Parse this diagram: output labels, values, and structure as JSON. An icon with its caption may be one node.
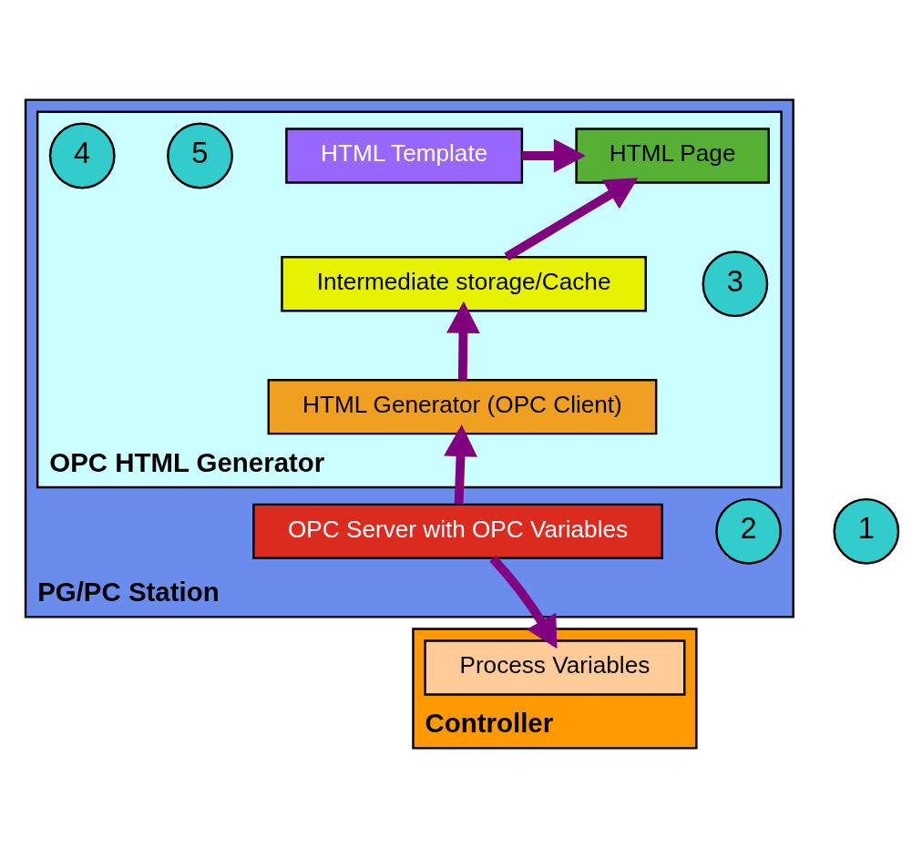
{
  "diagram": {
    "nodes": [
      {
        "text": [
          "PG/PC Station"
        ]
      },
      {
        "text": [
          "OPC HTML Generator"
        ],
        "in": 0
      },
      {
        "text": [
          "HTML Template"
        ],
        "in": 1
      },
      {
        "text": [
          "HTML Page"
        ],
        "in": 1
      },
      {
        "text": [
          "5"
        ],
        "in": 1
      },
      {
        "text": [
          "4"
        ],
        "in": 1
      },
      {
        "text": [
          "Intermediate storage/Cache"
        ],
        "in": 1
      },
      {
        "text": [
          "3"
        ],
        "in": 1
      },
      {
        "text": [
          "HTML Generator (OPC Client)"
        ],
        "in": 1
      },
      {
        "text": [
          "2"
        ],
        "in": 0
      },
      {
        "text": [
          "OPC Server with OPC Variables"
        ],
        "in": 0
      },
      {
        "text": [
          "1"
        ]
      },
      {
        "text": [
          "Controller"
        ]
      },
      {
        "text": [
          "Process Variables"
        ],
        "in": 12
      }
    ],
    "edges": [
      {
        "from": 2,
        "to": 3,
        "arrow": "to"
      },
      {
        "from": 6,
        "to": 3,
        "arrow": "to"
      },
      {
        "from": 8,
        "to": 6,
        "arrow": "to"
      },
      {
        "from": 10,
        "to": 8,
        "arrow": "to"
      },
      {
        "from": 10,
        "to": 13,
        "arrow": "to"
      }
    ]
  }
}
